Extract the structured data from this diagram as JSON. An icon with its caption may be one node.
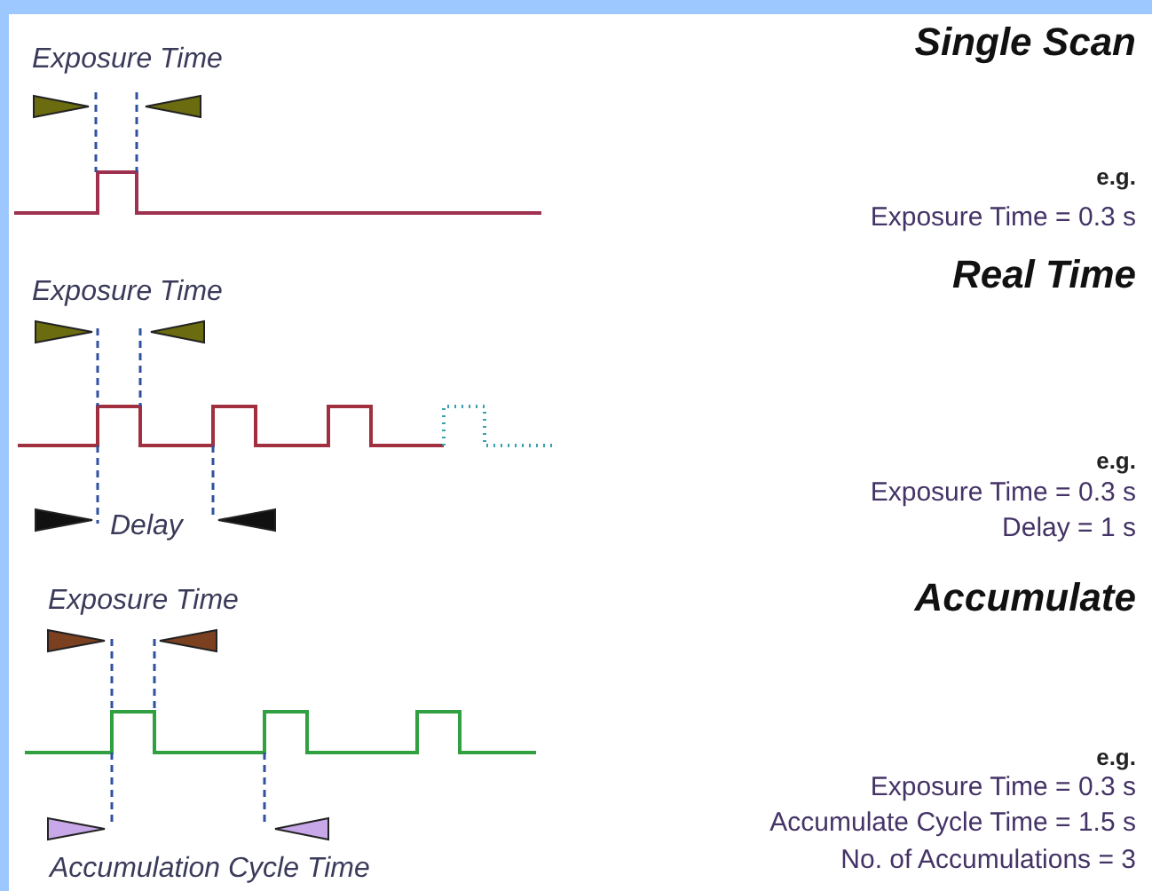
{
  "diagram": {
    "labels": [
      "Exposure Time",
      "Single Scan",
      "e.g.",
      "Exposure Time = 0.3 s",
      "Exposure Time",
      "Real Time",
      "e.g.",
      "Delay",
      "Exposure Time = 0.3 s",
      "Delay = 1 s",
      "Exposure Time",
      "Accumulate",
      "e.g.",
      "Exposure Time = 0.3 s",
      "Accumulate Cycle Time = 1.5 s",
      "No. of Accumulations = 3",
      "Accumulation Cycle Time"
    ]
  }
}
